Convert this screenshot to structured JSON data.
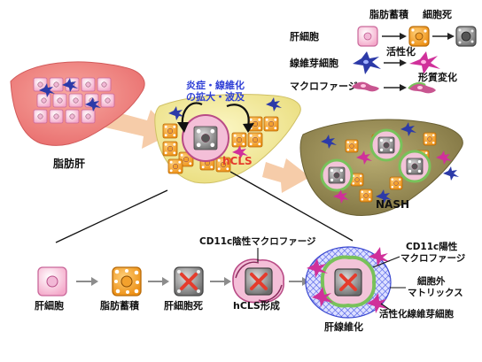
{
  "legend": {
    "row1_label": "肝細胞",
    "row1_col1_header": "脂肪蓄積",
    "row1_col2_header": "細胞死",
    "row2_label": "線維芽細胞",
    "row2_result": "活性化",
    "row3_label": "マクロファージ",
    "row3_result": "形質変化"
  },
  "top": {
    "fatty_liver_label": "脂肪肝",
    "spread_label_line1": "炎症・線維化",
    "spread_label_line2": "の拡大・波及",
    "hcls_label": "hCLS",
    "nash_label": "NASH"
  },
  "bottom": {
    "step1": "肝細胞",
    "step2": "脂肪蓄積",
    "step3": "肝細胞死",
    "step4": "hCLS形成",
    "step5": "肝線維化",
    "cd11c_neg": "CD11c陰性マクロファージ",
    "cd11c_pos_line1": "CD11c陽性",
    "cd11c_pos_line2": "マクロファージ",
    "ecm_line1": "細胞外",
    "ecm_line2": "マトリックス",
    "activated_fibroblast": "活性化線維芽細胞"
  },
  "colors": {
    "liver_pink": "#f08a8a",
    "liver_yellow": "#f4eb9c",
    "liver_nash": "#968a50",
    "hepatocyte_pink": "#f7c6dc",
    "fat_orange": "#f3a12d",
    "dead_gray": "#8a8a8a",
    "arrow_peach": "#f6c9a4",
    "spread_blue": "#2f3fd6",
    "hcls_red": "#e53c2d",
    "fibroblast_blue": "#2c3aa8",
    "fibroblast_pink": "#d0309a",
    "macrophage_pink": "#c85590",
    "ecm_blue": "#5060e8",
    "cd11c_green": "#78c25a"
  }
}
